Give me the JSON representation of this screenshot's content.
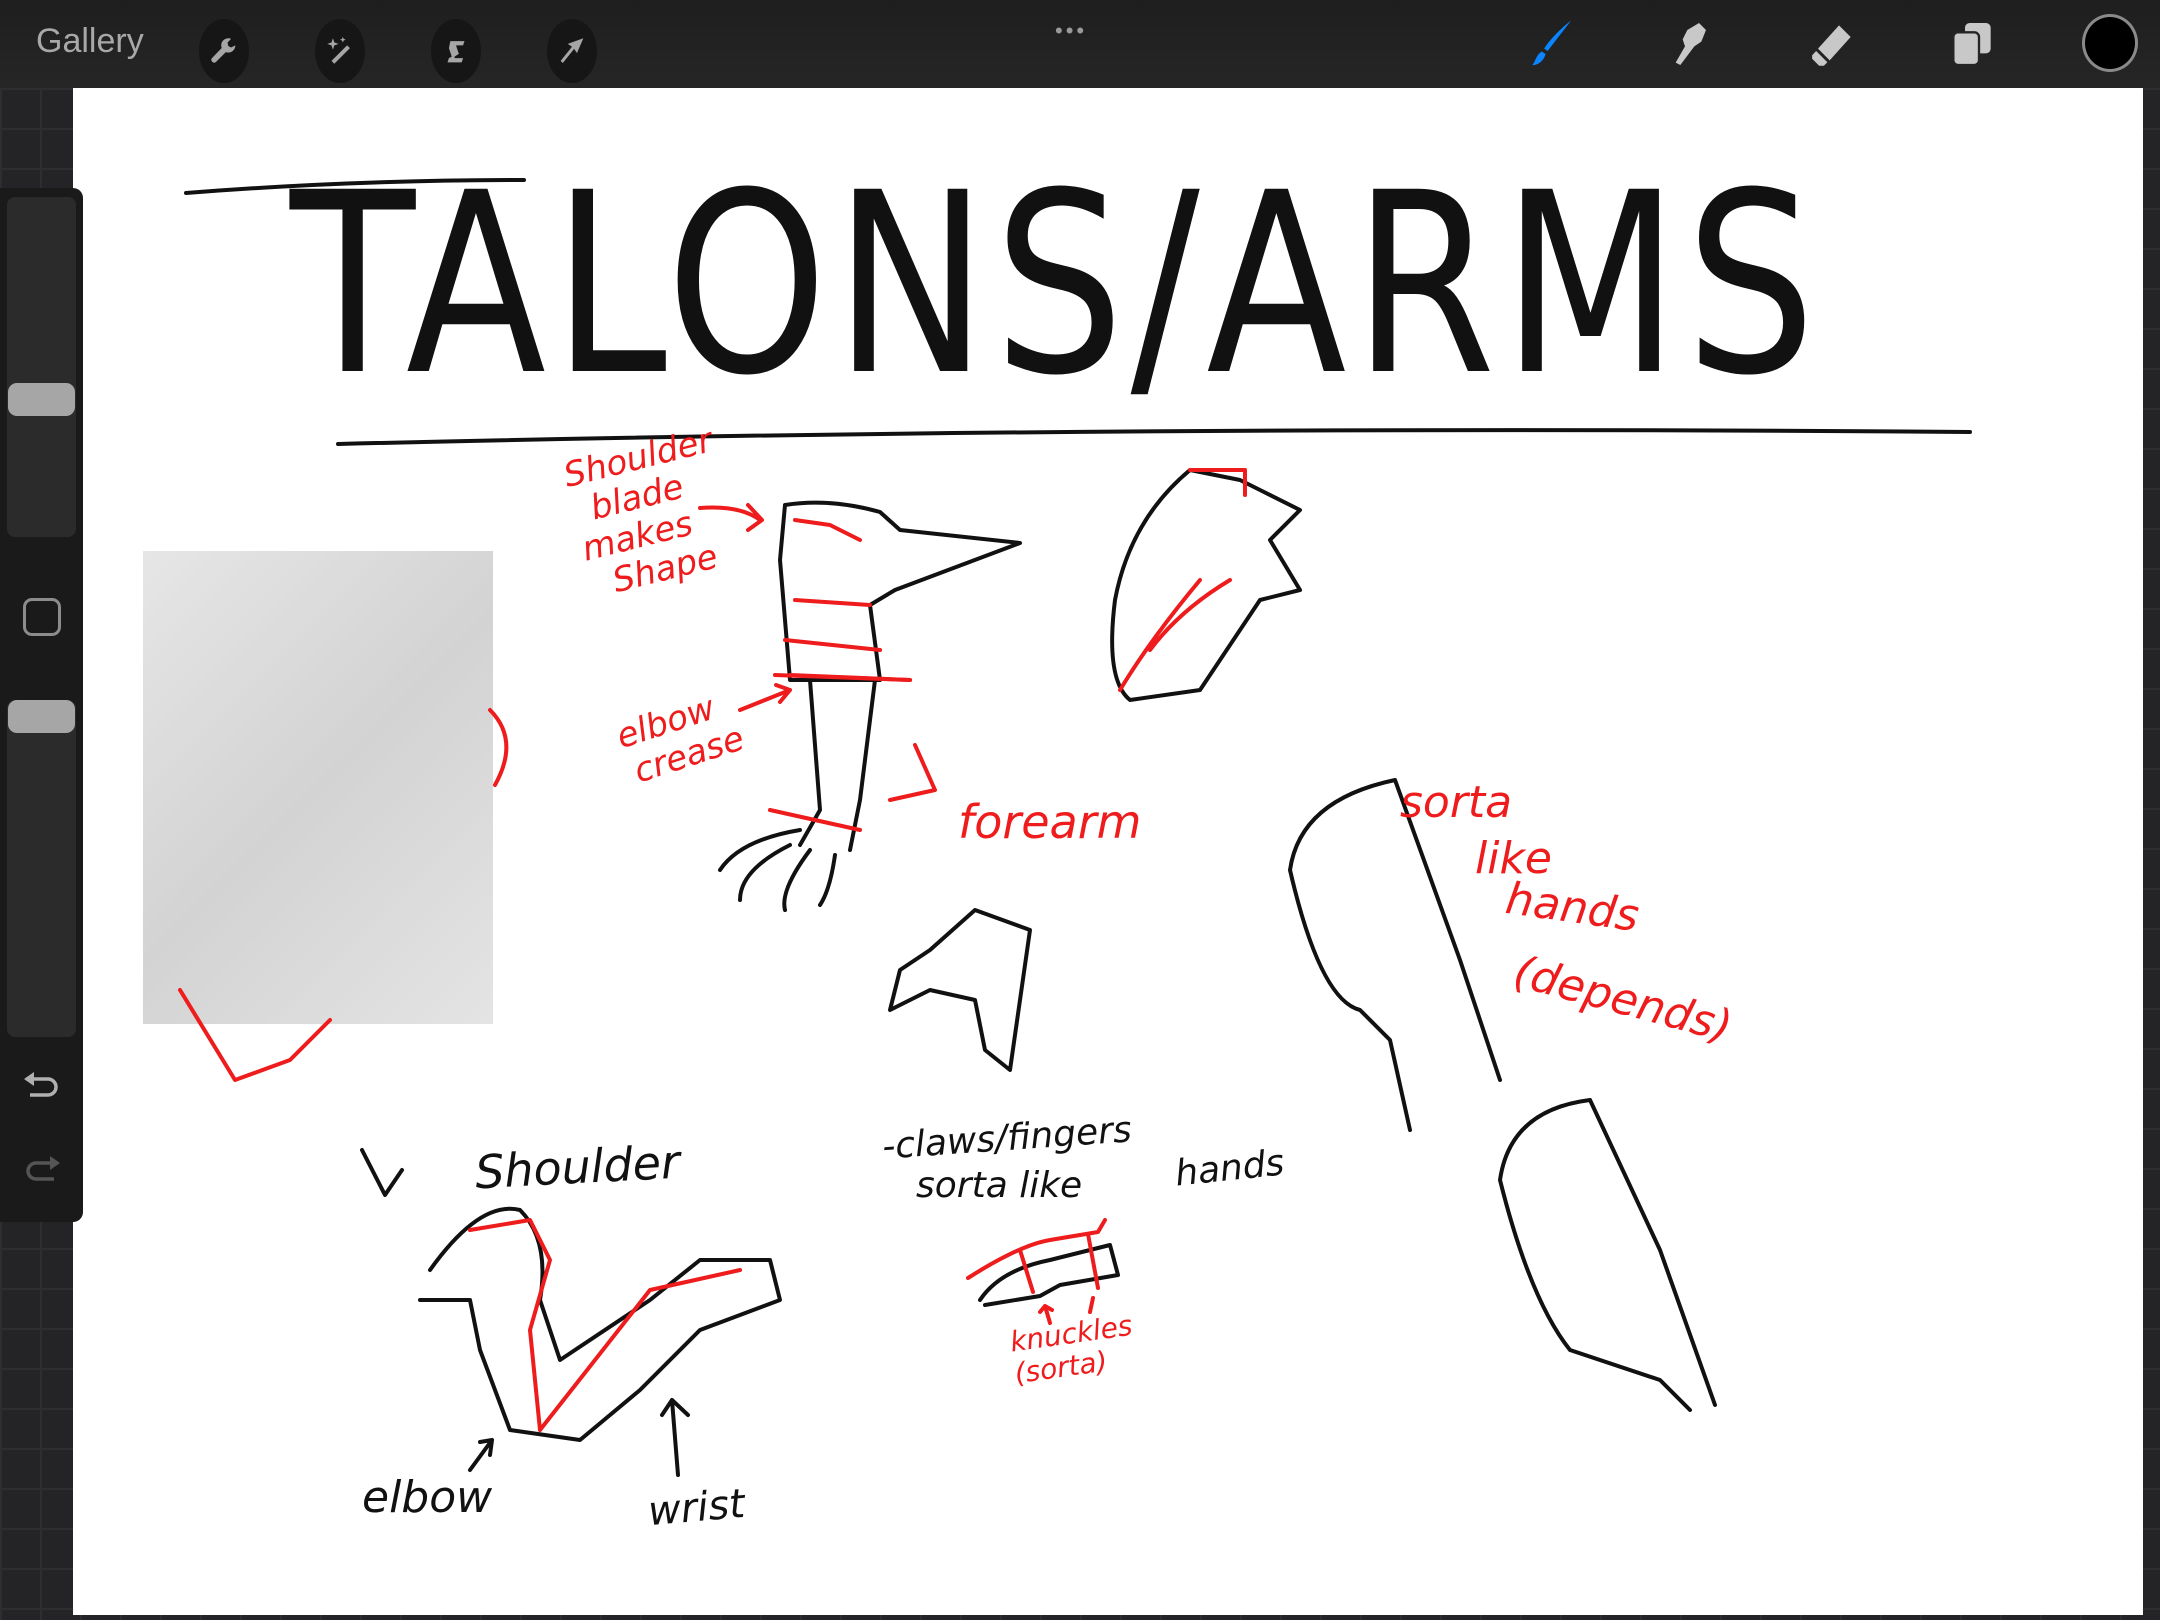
{
  "topbar": {
    "gallery_label": "Gallery",
    "left_tools": [
      "wrench-icon",
      "magic-wand-icon",
      "selection-icon",
      "transform-arrow-icon"
    ],
    "more_label": "•••",
    "right_tools": [
      "brush-icon",
      "smudge-icon",
      "eraser-icon",
      "layers-icon"
    ],
    "active_tool": "brush",
    "active_color": "#0a84ff",
    "current_color": "#000000"
  },
  "sidebar": {
    "brush_size": 0.55,
    "opacity": 1.0
  },
  "canvas": {
    "title": "TALONS/ARMS",
    "notes": {
      "shoulder_blade": [
        "Shoulder",
        "blade",
        "makes",
        "Shape"
      ],
      "elbow_crease": [
        "elbow",
        "crease"
      ],
      "forearm": "forearm",
      "sorta_like_hands": [
        "sorta",
        "like",
        "hands",
        "(depends)"
      ],
      "claws_fingers": [
        "-claws/fingers",
        "sorta like",
        "hands"
      ],
      "knuckles": [
        "knuckles",
        "(sorta)"
      ],
      "shoulder": "Shoulder",
      "elbow": "elbow",
      "wrist": "wrist"
    },
    "ink_colors": {
      "black": "#111111",
      "red": "#ee1c1c"
    }
  }
}
